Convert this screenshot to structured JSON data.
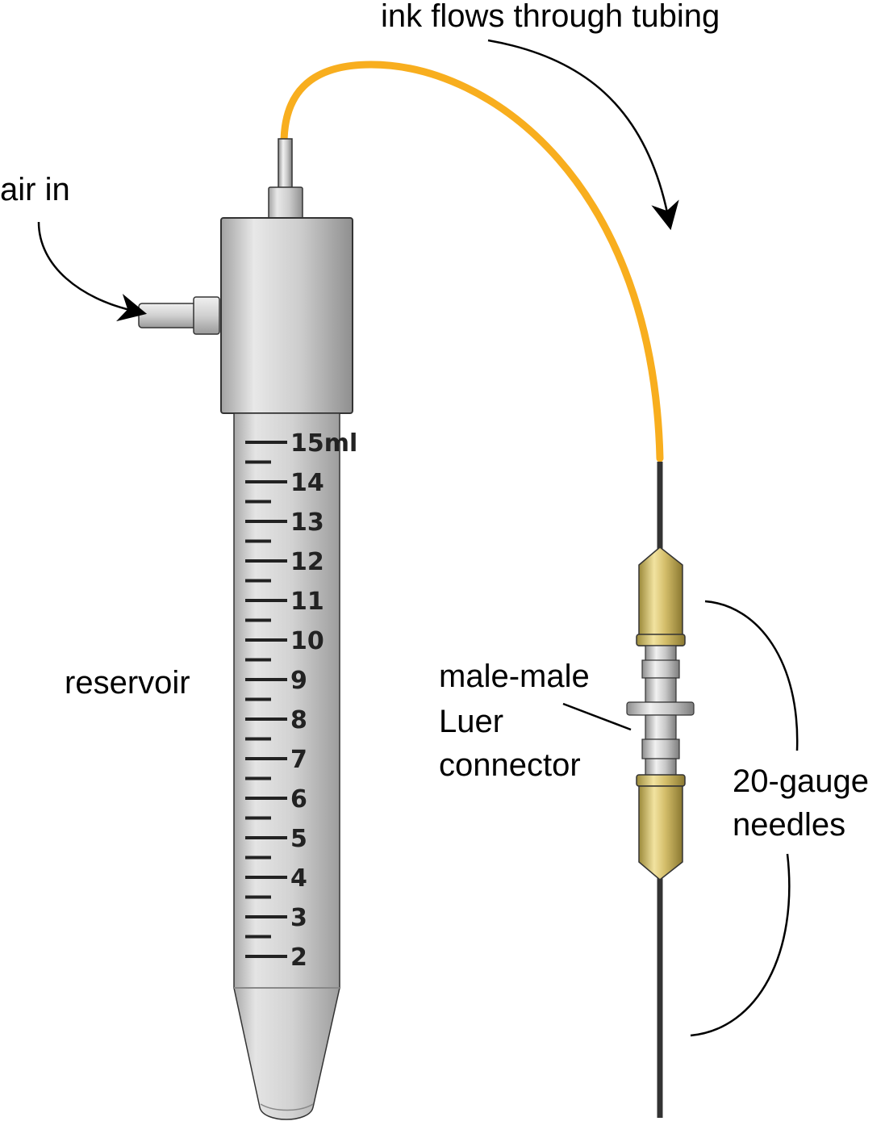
{
  "labels": {
    "ink_flow": "ink flows through tubing",
    "air_in": "air in",
    "reservoir": "reservoir",
    "connector": [
      "male-male",
      "Luer",
      "connector"
    ],
    "needles": [
      "20-gauge",
      "needles"
    ]
  },
  "graduations": {
    "unit_label": "15ml",
    "numbers": [
      "14",
      "13",
      "12",
      "11",
      "10",
      "9",
      "8",
      "7",
      "6",
      "5",
      "4",
      "3",
      "2"
    ]
  },
  "colors": {
    "tubing": "#F8AE1E",
    "needle_hub": "#D4BE6A",
    "tube_body": "#D8D8D8",
    "cap": "#CFCFCF",
    "annotation_lines": "#000000"
  }
}
